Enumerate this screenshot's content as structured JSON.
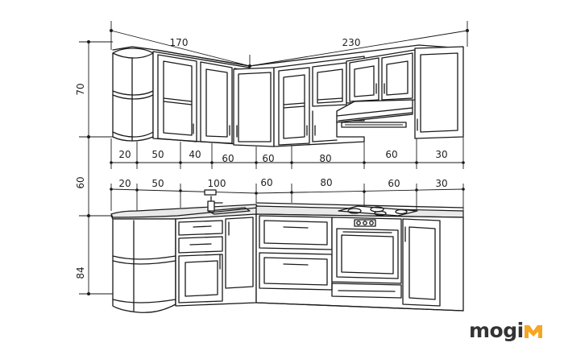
{
  "dimensions": {
    "upper_width_left": "170",
    "upper_width_right": "230",
    "upper_height": "70",
    "gap_height": "60",
    "base_height": "84",
    "upper_segments": [
      "20",
      "50",
      "40",
      "60",
      "60",
      "80",
      "60",
      "30"
    ],
    "base_segments": [
      "20",
      "50",
      "100",
      "60",
      "80",
      "60",
      "30"
    ]
  },
  "brand": {
    "name": "mogi",
    "mark_color": "#f5a623",
    "text_color": "#333333"
  },
  "icons": [
    "kitchen-drawing-icon",
    "mogi-logo-mark-icon"
  ]
}
